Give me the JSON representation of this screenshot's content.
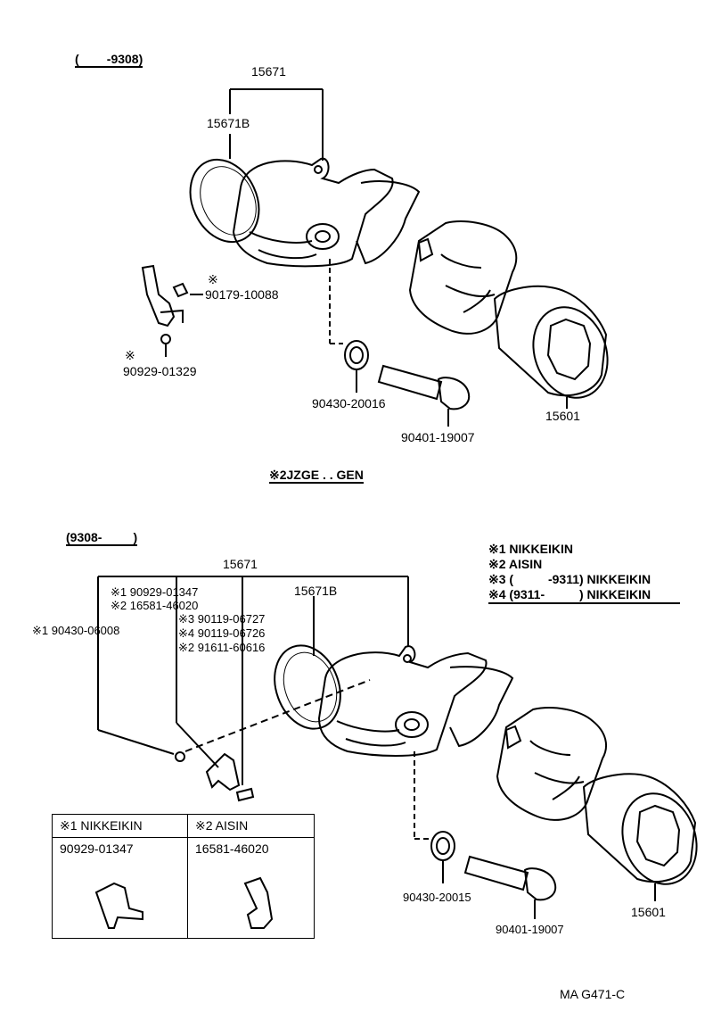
{
  "top": {
    "range": "(        -9308)",
    "labels": {
      "p15671": "15671",
      "p15671B": "15671B",
      "note_mark": "※",
      "p90179": "90179-10088",
      "note_mark2": "※",
      "p90929": "90929-01329",
      "p90430": "90430-20016",
      "p90401": "90401-19007",
      "p15601": "15601"
    },
    "engine_note": "※2JZGE . . GEN"
  },
  "bottom": {
    "range": "(9308-         )",
    "labels": {
      "p15671": "15671",
      "p15671B": "15671B",
      "k1_90929": "※1 90929-01347",
      "k2_16581": "※2 16581-46020",
      "k3_90119": "※3 90119-06727",
      "k4_90119": "※4 90119-06726",
      "k2_91611": "※2 91611-60616",
      "k1_90430": "※1 90430-06008",
      "p90430": "90430-20015",
      "p90401": "90401-19007",
      "p15601": "15601"
    },
    "notes": [
      "※1 NIKKEIKIN",
      "※2 AISIN",
      "※3 (          -9311) NIKKEIKIN",
      "※4 (9311-          ) NIKKEIKIN"
    ],
    "table": {
      "headers": [
        "※1 NIKKEIKIN",
        "※2 AISIN"
      ],
      "parts": [
        "90929-01347",
        "16581-46020"
      ]
    }
  },
  "footer": {
    "code": "MA G471-C"
  }
}
